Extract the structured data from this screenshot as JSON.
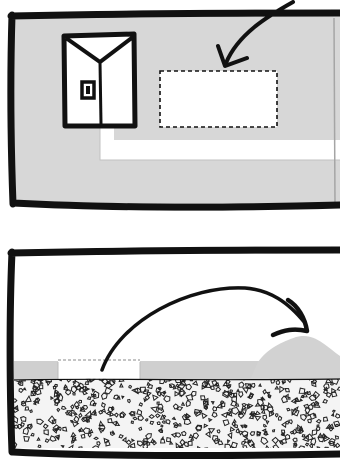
{
  "figure": {
    "panels": [
      {
        "id": "top",
        "depicts": [
          "envelope",
          "dashed-placeholder",
          "curved-arrow",
          "pipe"
        ],
        "colors": {
          "background": "#d7d7d7",
          "ink": "#111111",
          "pipe": "#ffffff",
          "envelope": "#ffffff"
        }
      },
      {
        "id": "bottom",
        "depicts": [
          "dashed-placeholder",
          "curved-arrow",
          "mound",
          "gravel-ground"
        ],
        "colors": {
          "background": "#ffffff",
          "ink": "#111111",
          "ground": "#f4f4f4",
          "mound": "#d2d2d2",
          "shelf": "#cfcfcf"
        }
      }
    ]
  }
}
